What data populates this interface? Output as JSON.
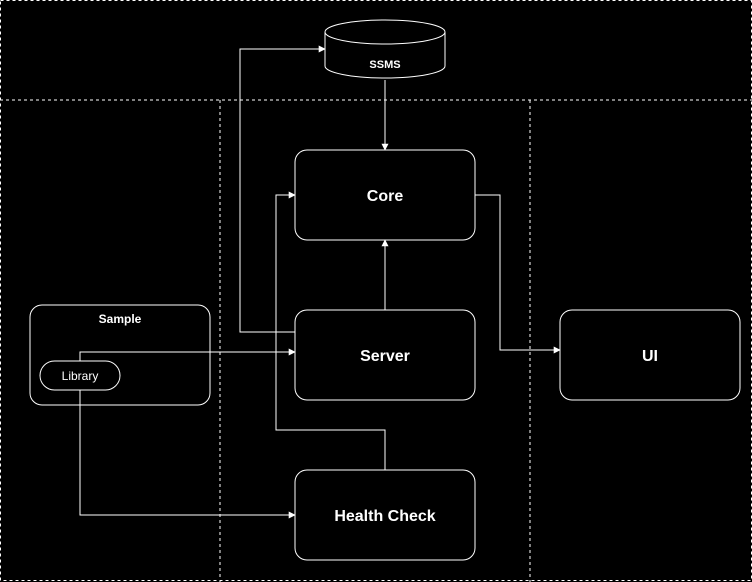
{
  "colors": {
    "background": "#000000",
    "stroke": "#ffffff"
  },
  "nodes": {
    "ssms": {
      "label": "SSMS",
      "shape": "cylinder"
    },
    "core": {
      "label": "Core"
    },
    "server": {
      "label": "Server"
    },
    "health_check": {
      "label": "Health Check"
    },
    "ui": {
      "label": "UI"
    },
    "sample": {
      "label": "Sample"
    },
    "library": {
      "label": "Library"
    }
  }
}
